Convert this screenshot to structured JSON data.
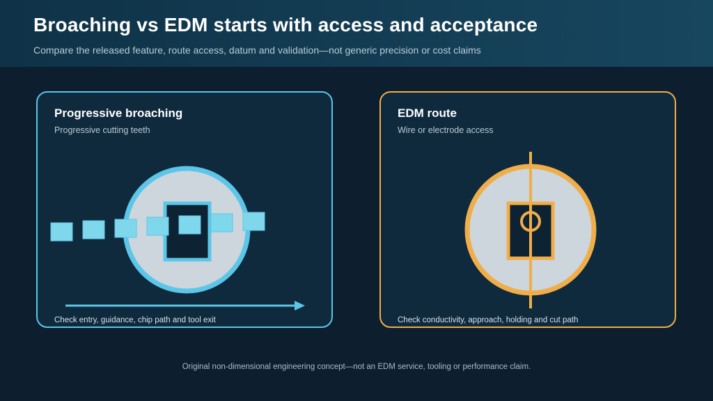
{
  "header": {
    "title": "Broaching vs EDM starts with access and acceptance",
    "subtitle": "Compare the released feature, route access, datum and validation—not generic precision or cost claims"
  },
  "panels": {
    "broaching": {
      "title": "Progressive broaching",
      "subtitle": "Progressive cutting teeth",
      "footer": "Check entry, guidance, chip path and tool exit",
      "accent": "#5cc6e8"
    },
    "edm": {
      "title": "EDM route",
      "subtitle": "Wire or electrode access",
      "footer": "Check conductivity, approach, holding and cut path",
      "accent": "#f0ae4a"
    }
  },
  "footer": {
    "note": "Original non-dimensional engineering concept—not an EDM service, tooling or performance claim."
  },
  "colors": {
    "background": "#0d1f2e",
    "panel": "#0f2a3d",
    "workpiece": "#ccd6dc",
    "cavity": "#0d2233",
    "broach_tooth": "#7fd7ec"
  }
}
